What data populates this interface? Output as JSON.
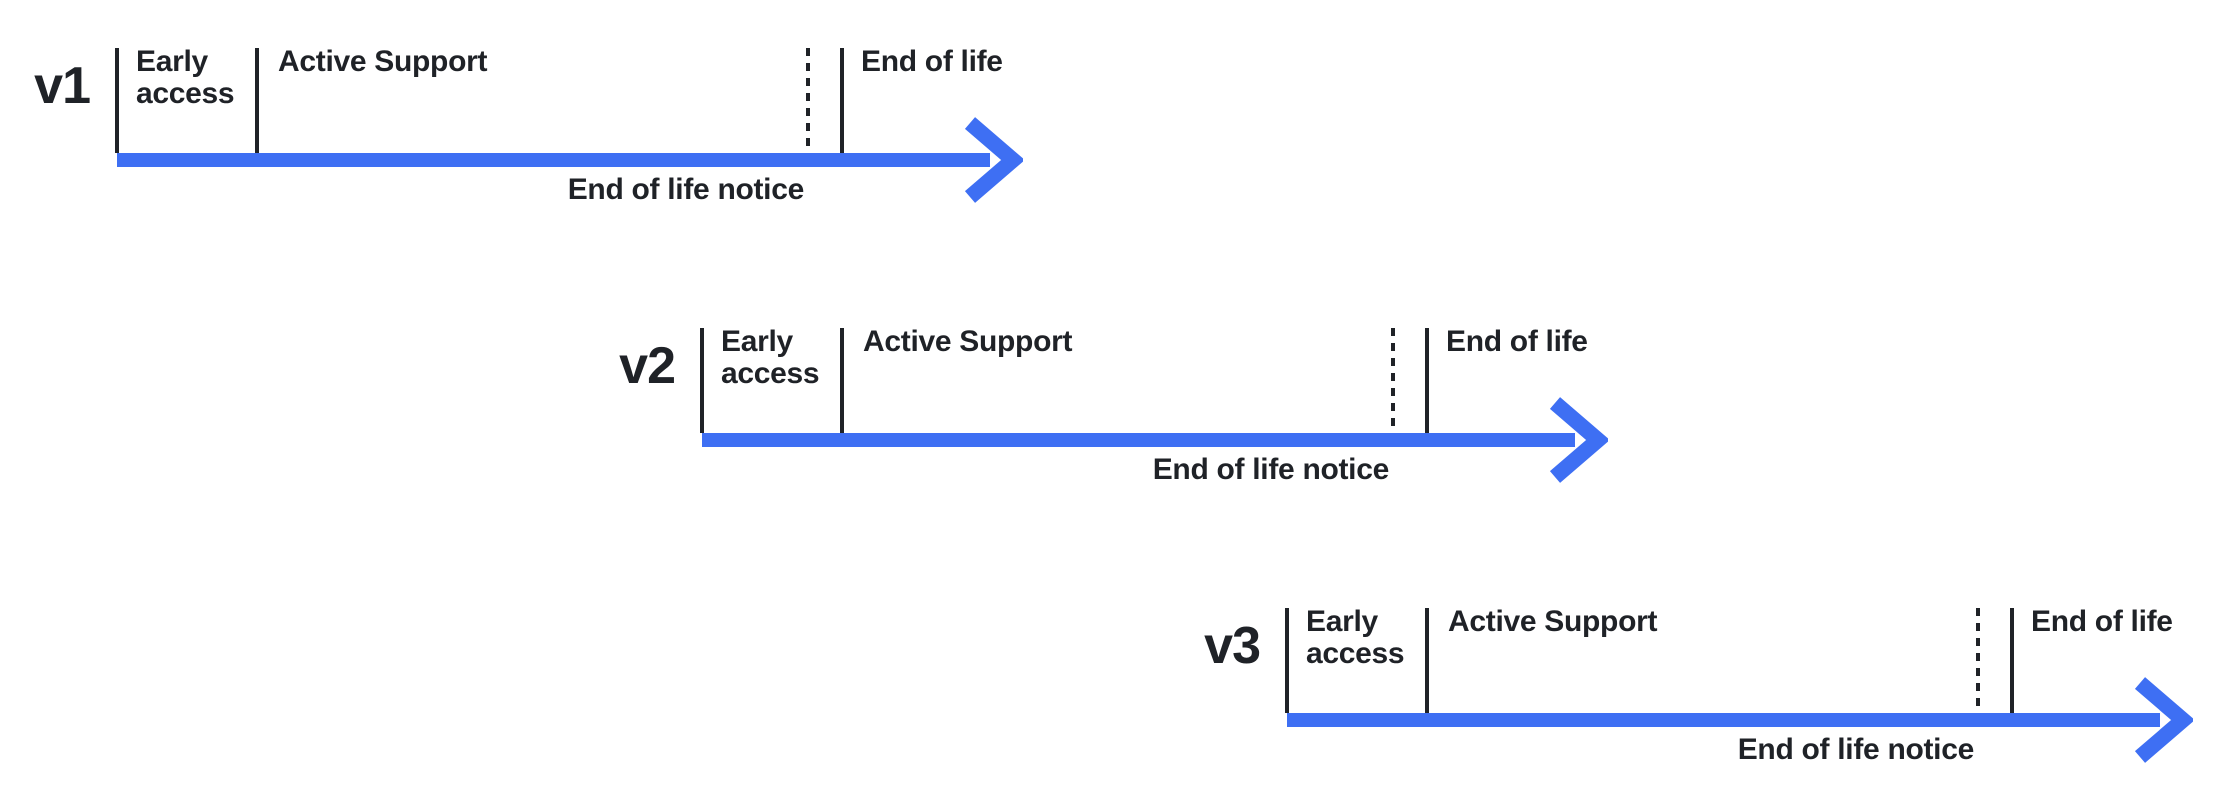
{
  "colors": {
    "accent": "#3E6FF3",
    "ink": "#1F2227",
    "background": "#FFFFFF"
  },
  "diagram": {
    "type": "version-lifecycle-timelines",
    "rows": [
      {
        "version": "v1",
        "early_access_label": "Early access",
        "active_support_label": "Active Support",
        "end_of_life_label": "End of life",
        "end_of_life_notice_label": "End of life notice"
      },
      {
        "version": "v2",
        "early_access_label": "Early access",
        "active_support_label": "Active Support",
        "end_of_life_label": "End of life",
        "end_of_life_notice_label": "End of life notice"
      },
      {
        "version": "v3",
        "early_access_label": "Early access",
        "active_support_label": "Active Support",
        "end_of_life_label": "End of life",
        "end_of_life_notice_label": "End of life notice"
      }
    ]
  }
}
